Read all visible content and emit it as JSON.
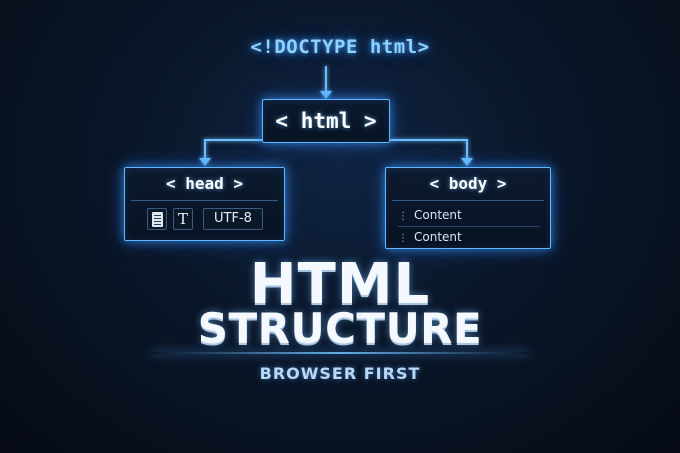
{
  "doctype": "<!DOCTYPE html>",
  "nodes": {
    "html": {
      "label": "< html >"
    },
    "head": {
      "label": "< head >",
      "badge": "UTF-8"
    },
    "body": {
      "label": "< body >",
      "rows": [
        "Content",
        "Content"
      ]
    }
  },
  "icons": {
    "head_document": "document-icon",
    "head_title": "text-t-icon"
  },
  "title": {
    "line1": "HTML",
    "line2": "STRUCTURE",
    "subtitle": "BROWSER FIRST"
  },
  "colors": {
    "accent": "#5fb6ff",
    "background": "#0a1629",
    "text": "#f4f8ff"
  }
}
